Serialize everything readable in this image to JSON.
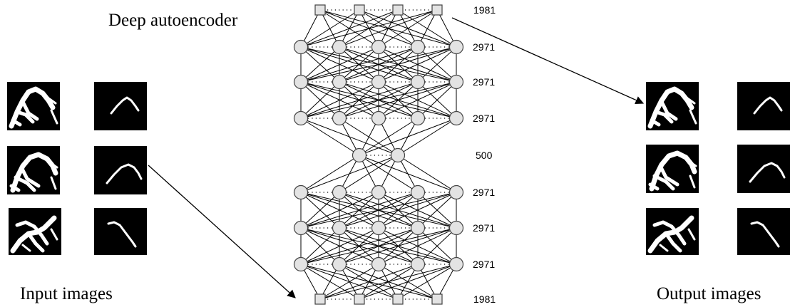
{
  "title": "Deep autoencoder",
  "input_label": "Input images",
  "output_label": "Output images",
  "layers": [
    {
      "units": "1981",
      "shape": "square"
    },
    {
      "units": "2971",
      "shape": "circle"
    },
    {
      "units": "2971",
      "shape": "circle"
    },
    {
      "units": "2971",
      "shape": "circle"
    },
    {
      "units": "500",
      "shape": "circle"
    },
    {
      "units": "2971",
      "shape": "circle"
    },
    {
      "units": "2971",
      "shape": "circle"
    },
    {
      "units": "2971",
      "shape": "circle"
    },
    {
      "units": "1981",
      "shape": "square"
    }
  ]
}
